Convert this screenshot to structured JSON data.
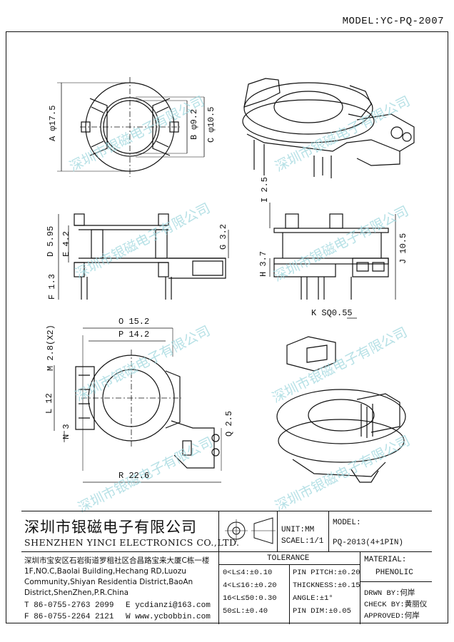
{
  "header": {
    "model": "MODEL:YC-PQ-2007"
  },
  "watermark": "深圳市银磁电子有限公司",
  "dims": {
    "a": "A φ17.5",
    "b": "B φ9.2",
    "c": "C φ10.5",
    "d": "D 5.95",
    "e": "E 4.2",
    "f": "F 1.3",
    "g": "G 3.2",
    "h": "H 3.7",
    "i": "I 2.5",
    "j": "J 10.5",
    "k": "K SQ0.55",
    "o": "O 15.2",
    "p": "P 14.2",
    "m": "M 2.8(X2)",
    "l": "L 12",
    "n": "N 3",
    "q": "Q 2.5",
    "r": "R 22.6"
  },
  "title_block": {
    "company_cn": "深圳市银磁电子有限公司",
    "company_en": "SHENZHEN YINCI ELECTRONICS CO.,LTD.",
    "address_cn": "深圳市宝安区石岩街道罗租社区合昌路宝来大厦C栋一楼",
    "address_en": [
      "1F,NO.C,Baolai Building,Hechang RD,Luozu",
      "Community,Shiyan Residentia District,BaoAn",
      "District,ShenZhen,P.R.China"
    ],
    "tel": "T 86-0755-2763 2099",
    "fax": "F 86-0755-2264 2121",
    "email": "E ycdianzi@163.com",
    "web": "W www.ycbobbin.com",
    "unit": "UNIT:MM",
    "scale": "SCAEL:1/1",
    "model_label": "MODEL:",
    "model_value": "PQ-2013(4+1PIN)",
    "tolerance_title": "TOLERANCE",
    "tolerances": [
      "0<L≤4:±0.10",
      "4<L≤16:±0.20",
      "16<L≤50:0.30",
      "50≤L:±0.40"
    ],
    "pin_specs": [
      "PIN PITCH:±0.20",
      "THICKNESS:±0.15",
      "ANGLE:±1°",
      "PIN DIM:±0.05"
    ],
    "material_label": "MATERIAL:",
    "material_value": "PHENOLIC",
    "drwn": "DRWN BY:何岸",
    "check": "CHECK BY:黄丽仪",
    "approved": "APPROVED:何岸"
  }
}
